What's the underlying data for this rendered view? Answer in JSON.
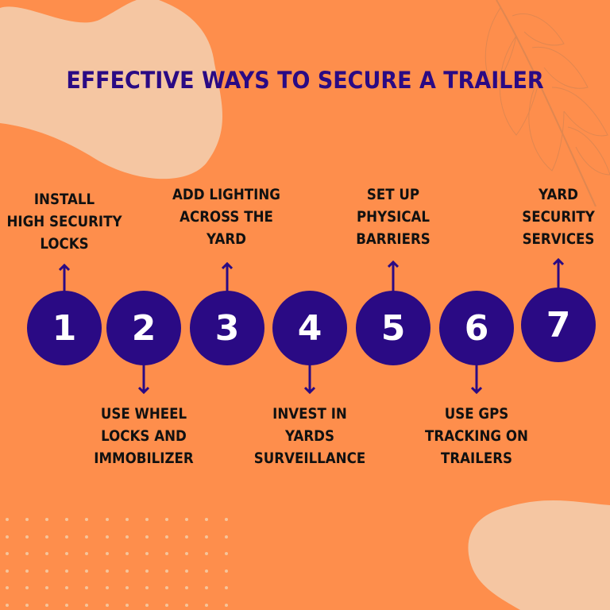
{
  "title": "EFFECTIVE WAYS TO SECURE A TRAILER",
  "colors": {
    "background": "#fe8e4c",
    "blob": "#f5c6a2",
    "accent": "#2a0a84",
    "label_text": "#111111",
    "number_text": "#ffffff"
  },
  "steps": [
    {
      "number": "1",
      "lines": [
        "INSTALL",
        "HIGH SECURITY",
        "LOCKS"
      ],
      "position": "above"
    },
    {
      "number": "2",
      "lines": [
        "USE WHEEL",
        "LOCKS AND",
        "IMMOBILIZER"
      ],
      "position": "below"
    },
    {
      "number": "3",
      "lines": [
        "ADD LIGHTING",
        "ACROSS THE",
        "YARD"
      ],
      "position": "above"
    },
    {
      "number": "4",
      "lines": [
        "INVEST IN",
        "YARDS",
        "SURVEILLANCE"
      ],
      "position": "below"
    },
    {
      "number": "5",
      "lines": [
        "SET UP",
        "PHYSICAL",
        "BARRIERS"
      ],
      "position": "above"
    },
    {
      "number": "6",
      "lines": [
        "USE GPS",
        "TRACKING ON",
        "TRAILERS"
      ],
      "position": "below"
    },
    {
      "number": "7",
      "lines": [
        "YARD",
        "SECURITY",
        "SERVICES"
      ],
      "position": "above"
    }
  ],
  "decorations": {
    "top_left_blob": "blob-shape",
    "bottom_right_blob": "blob-shape",
    "feather": "feather-watermark-icon",
    "dot_grid": "dot-grid-pattern"
  }
}
